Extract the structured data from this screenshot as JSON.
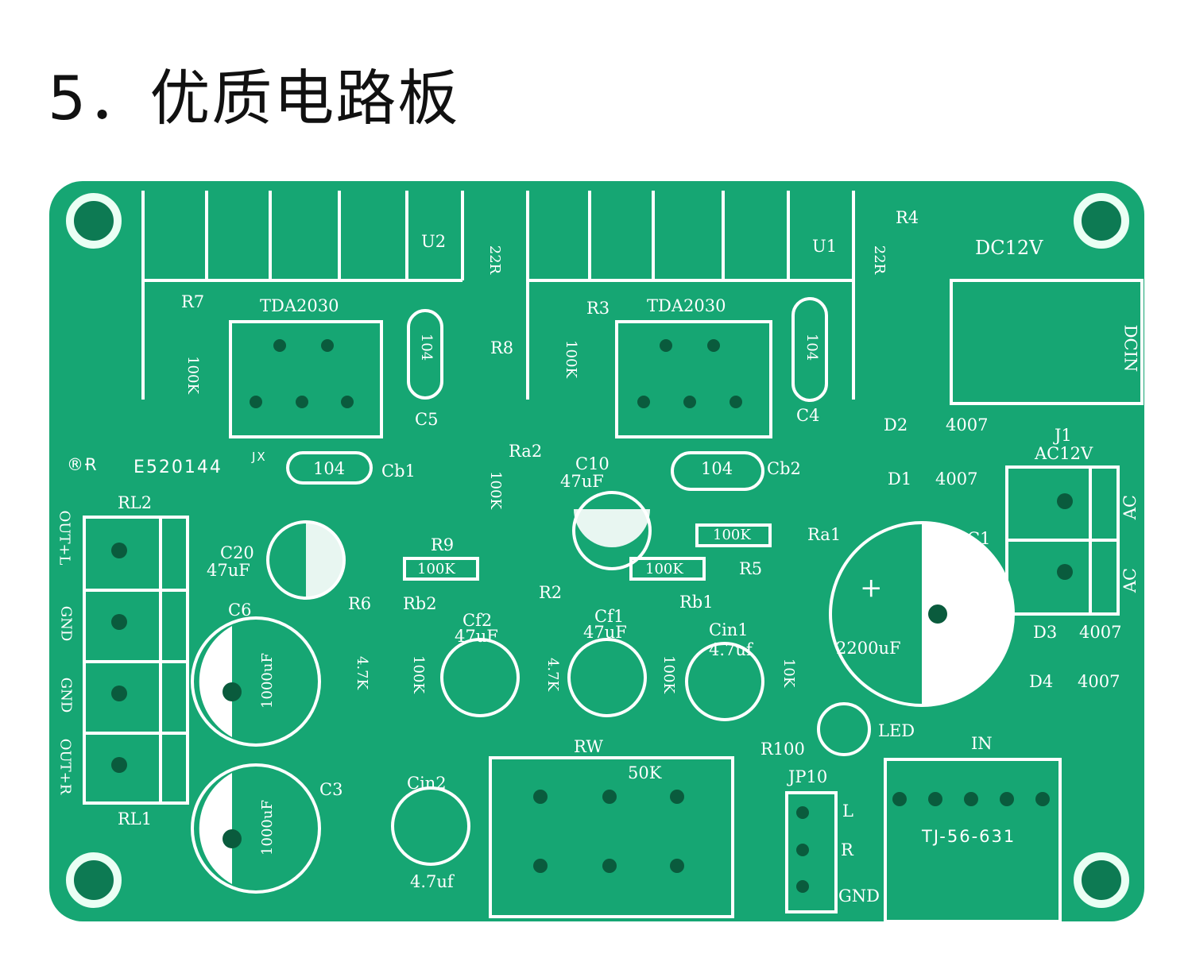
{
  "title": "5．优质电路板",
  "board": {
    "color": "#16a673",
    "labels": {
      "u2": "U2",
      "u1": "U1",
      "tda_left": "TDA2030",
      "tda_right": "TDA2030",
      "r7": "R7",
      "r8": "R8",
      "r3": "R3",
      "r4": "R4",
      "r8_val": "22R",
      "r4_val": "22R",
      "r7_val": "100K",
      "r3_val": "100K",
      "c5_val": "104",
      "c4_val": "104",
      "c5": "C5",
      "c4": "C4",
      "dc12v": "DC12V",
      "dcin": "DCIN",
      "d2": "D2",
      "d2_val": "4007",
      "d1": "D1",
      "d1_val": "4007",
      "j1": "J1",
      "ac12v": "AC12V",
      "ac1": "AC",
      "ac2": "AC",
      "ul_cert": "E520144",
      "jx": "JX",
      "cb1_val": "104",
      "cb1": "Cb1",
      "cb2_val": "104",
      "cb2": "Cb2",
      "ra2": "Ra2",
      "ra2_val": "100K",
      "c10": "C10",
      "c10_val": "47uF",
      "rl2": "RL2",
      "rl1": "RL1",
      "out_l": "OUT+L",
      "gnd1": "GND",
      "gnd2": "GND",
      "out_r": "OUT+R",
      "c20": "C20",
      "c20_val": "47uF",
      "r9": "R9",
      "r9_val": "100K",
      "ra1": "Ra1",
      "ra1_val": "100K",
      "r5": "R5",
      "r5_val": "100K",
      "c1": "C1",
      "c1_val": "2200uF",
      "c6": "C6",
      "c6_val": "1000uF",
      "c3": "C3",
      "c3_val": "1000uF",
      "r6": "R6",
      "r6_val": "4.7K",
      "rb2": "Rb2",
      "rb2_val": "100K",
      "cf2": "Cf2",
      "cf2_val": "47uF",
      "r2": "R2",
      "r2_val": "4.7K",
      "cf1": "Cf1",
      "cf1_val": "47uF",
      "rb1": "Rb1",
      "rb1_val": "100K",
      "cin1": "Cin1",
      "cin1_val": "4.7uf",
      "r100_val": "10K",
      "r100": "R100",
      "d3": "D3",
      "d3_val": "4007",
      "d4": "D4",
      "d4_val": "4007",
      "led": "LED",
      "in": "IN",
      "rw": "RW",
      "rw_val": "50K",
      "jp10": "JP10",
      "l": "L",
      "r": "R",
      "gnd3": "GND",
      "tj": "TJ-56-631",
      "cin2": "Cin2",
      "cin2_val": "4.7uf",
      "plus": "+"
    }
  }
}
